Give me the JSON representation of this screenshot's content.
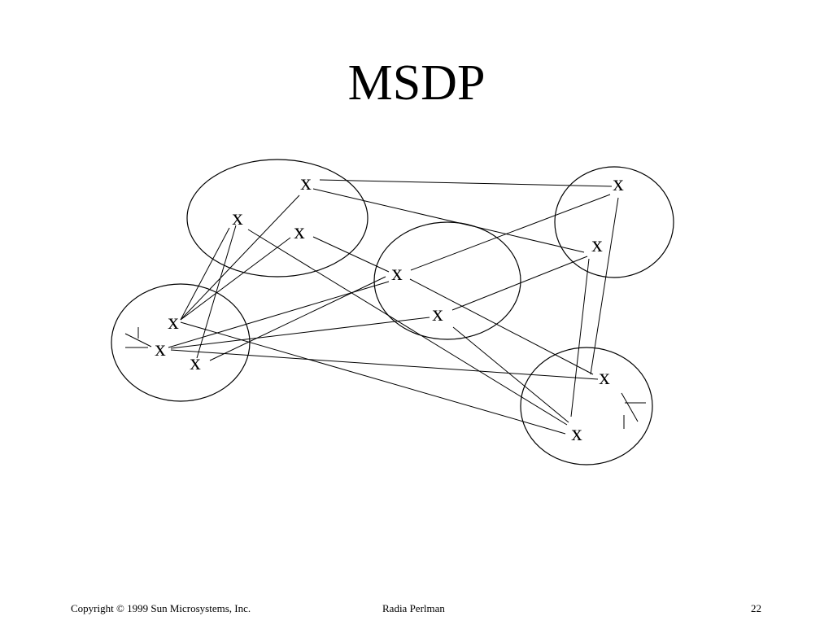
{
  "slide": {
    "title": "MSDP"
  },
  "diagram": {
    "node_label": "x"
  },
  "footer": {
    "copyright": "Copyright © 1999 Sun Microsystems, Inc.",
    "author": "Radia Perlman",
    "page_number": "22"
  },
  "colors": {
    "background": "#ffffff",
    "foreground": "#000000"
  }
}
